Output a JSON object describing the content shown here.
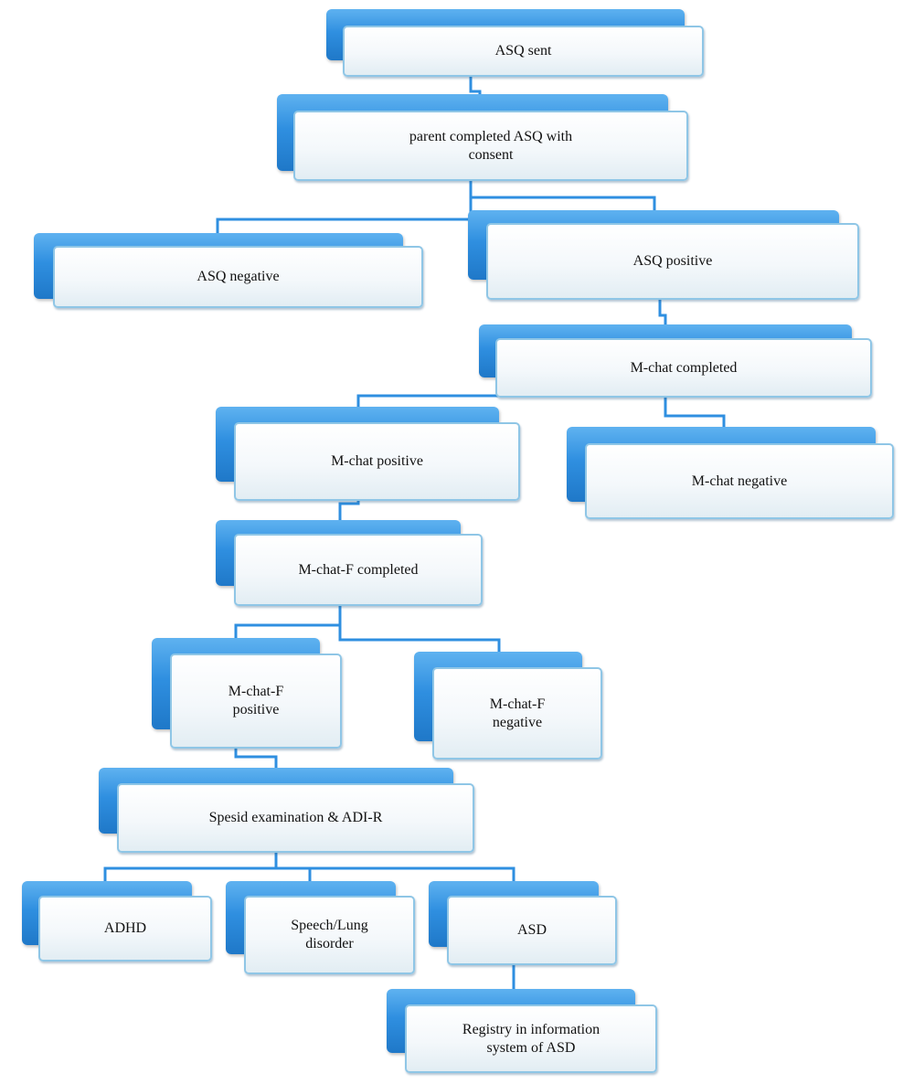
{
  "diagram": {
    "nodes": {
      "asq_sent": "ASQ sent",
      "parent_completed": "parent completed ASQ with\nconsent",
      "asq_negative": "ASQ negative",
      "asq_positive": "ASQ positive",
      "mchat_completed": "M-chat completed",
      "mchat_positive": "M-chat positive",
      "mchat_negative": "M-chat negative",
      "mchatf_completed": "M-chat-F completed",
      "mchatf_positive": "M-chat-F\npositive",
      "mchatf_negative": "M-chat-F\nnegative",
      "spesid_exam": "Spesid examination & ADI-R",
      "adhd": "ADHD",
      "speech_lung": "Speech/Lung\ndisorder",
      "asd": "ASD",
      "registry": "Registry in information\nsystem of ASD"
    },
    "colors": {
      "box_back": "#2f8fe0",
      "box_front": "#f4f8fb",
      "box_border": "#8fc6e6",
      "connector": "#2f8fe0",
      "text": "#111111"
    }
  }
}
